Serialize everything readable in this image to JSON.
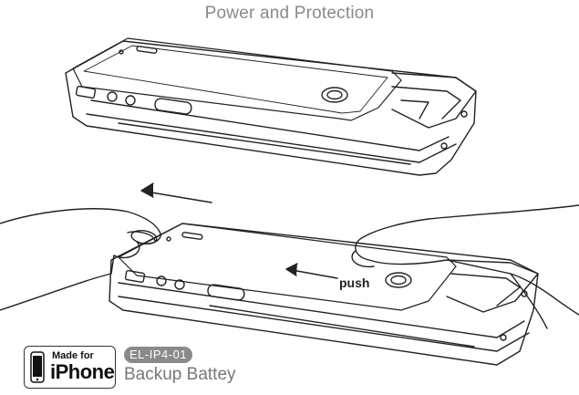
{
  "header": {
    "title": "Power and Protection"
  },
  "illustration": {
    "push_label": "push"
  },
  "badge": {
    "made_for": "Made for",
    "brand": "iPhone"
  },
  "product": {
    "model": "EL-IP4-01",
    "name": "Backup Battey"
  }
}
